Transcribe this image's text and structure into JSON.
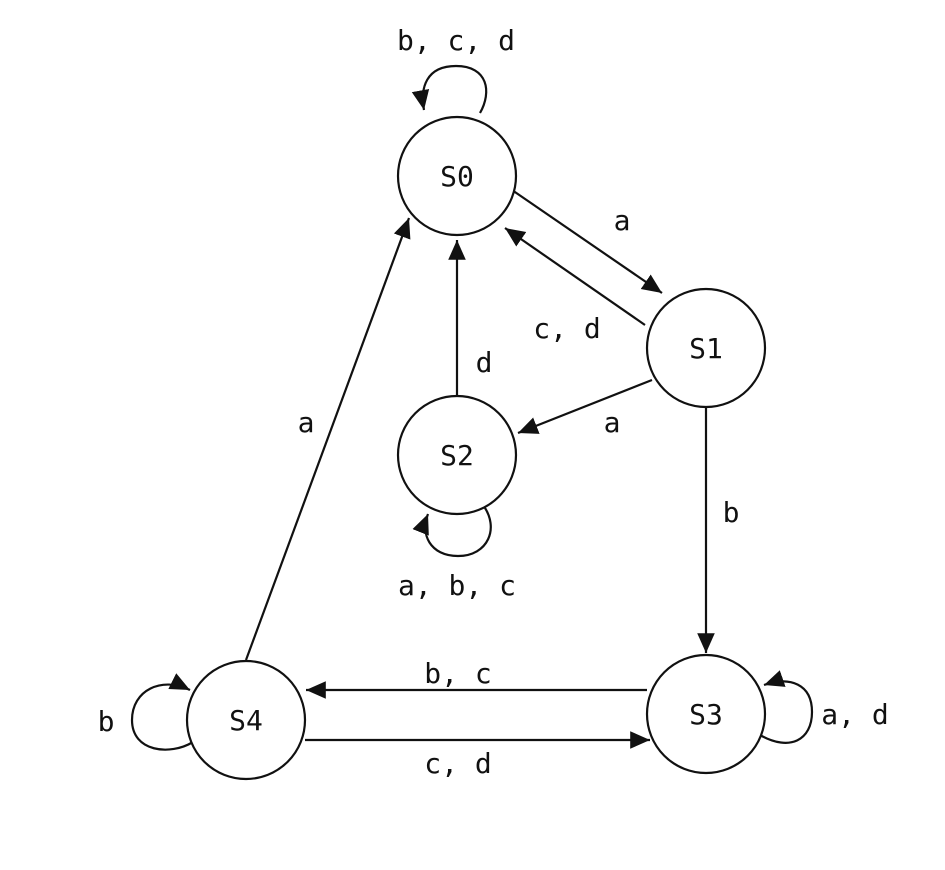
{
  "states": {
    "s0": "S0",
    "s1": "S1",
    "s2": "S2",
    "s3": "S3",
    "s4": "S4"
  },
  "transitions": {
    "s0_self": "b, c, d",
    "s0_to_s1": "a",
    "s1_to_s0": "c, d",
    "s1_to_s2": "a",
    "s2_to_s0": "d",
    "s2_self": "a, b, c",
    "s1_to_s3": "b",
    "s4_to_s0": "a",
    "s3_to_s4": "b, c",
    "s4_to_s3": "c, d",
    "s4_self": "b",
    "s3_self": "a, d"
  },
  "colors": {
    "stroke": "#111111",
    "background": "#ffffff"
  }
}
